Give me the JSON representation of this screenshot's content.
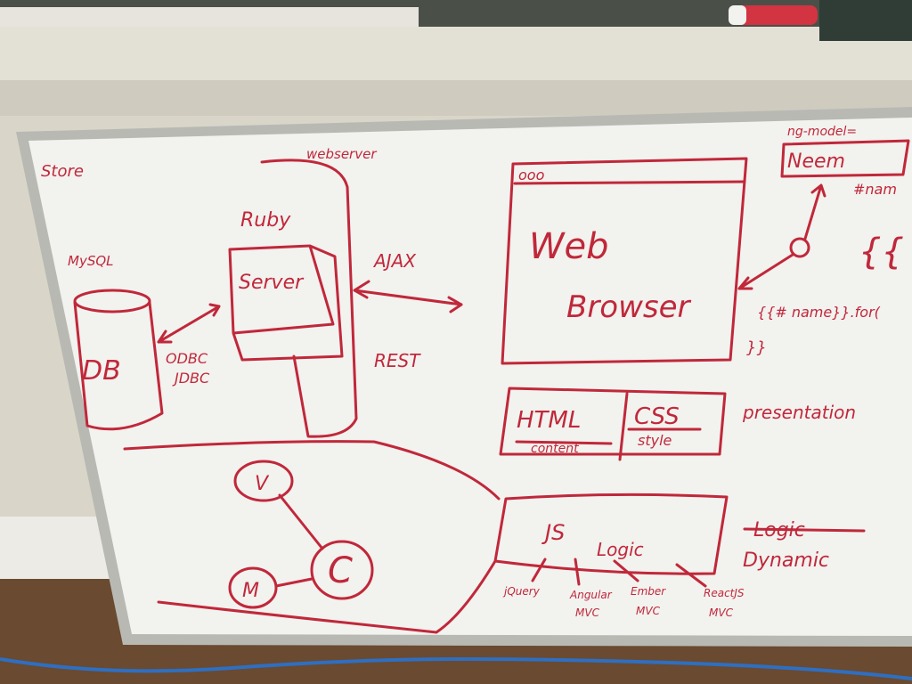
{
  "colors": {
    "marker": "#c0283a",
    "board": "#f2f2ef",
    "frame": "#b9b9b4",
    "wall": "#d9d6c9",
    "floor": "#6a4a30"
  },
  "whiteboard": {
    "store_label": "Store",
    "mysql_label": "MySQL",
    "db_label": "DB",
    "odbc_label": "ODBC",
    "jdbc_label": "JDBC",
    "ruby_label": "Ruby",
    "webserver_label": "webserver",
    "server_label": "Server",
    "ajax_label": "AJAX",
    "rest_label": "REST",
    "browser_dots": "ooo",
    "web_label": "Web",
    "browser_label": "Browser",
    "html_label": "HTML",
    "content_label": "content",
    "css_label": "CSS",
    "style_label": "style",
    "presentation_label": "presentation",
    "js_label": "JS",
    "logic_label": "Logic",
    "jquery_label": "jQuery",
    "angular_label": "Angular",
    "angular_mvc": "MVC",
    "ember_label": "Ember",
    "ember_mvc": "MVC",
    "react_label": "ReactJS",
    "react_mvc": "MVC",
    "logic_right_label": "Logic",
    "dynamic_label": "Dynamic",
    "ng_model_label": "ng-model=",
    "input_text": "Neem",
    "hash_name_label": "#nam",
    "big_paren": "{{",
    "template_expr": "{{# name}}.for(",
    "chevrons": "}}",
    "v_label": "V",
    "c_label": "C",
    "m_label": "M"
  }
}
